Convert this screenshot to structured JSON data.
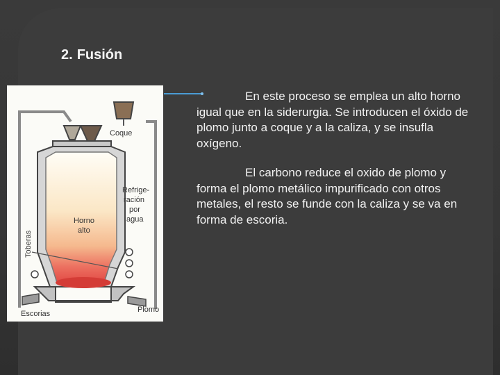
{
  "slide": {
    "title_number": "2.",
    "title_text": "Fusión",
    "paragraphs": [
      "En este proceso se emplea un alto horno igual que en la siderurgia. Se introducen el óxido de plomo junto a coque y a la  caliza, y se insufla oxígeno.",
      "El carbono reduce el oxido de plomo y forma el plomo metálico impurificado con  otros metales, el resto se funde con la caliza y se va en forma de escoria."
    ]
  },
  "figure": {
    "labels": {
      "coque": "Coque",
      "refrigeracion_1": "Refrige-",
      "refrigeracion_2": "ración",
      "refrigeracion_3": "por",
      "refrigeracion_4": "agua",
      "horno_1": "Horno",
      "horno_2": "alto",
      "toberas": "Toberas",
      "escorias": "Escorias",
      "plomo": "Plomo"
    }
  },
  "colors": {
    "background": "#3c3c3c",
    "text": "#f2f2f2",
    "connector": "#4a9bd4",
    "furnace_hot": "#e8574a",
    "furnace_warm": "#f6d9b4"
  }
}
